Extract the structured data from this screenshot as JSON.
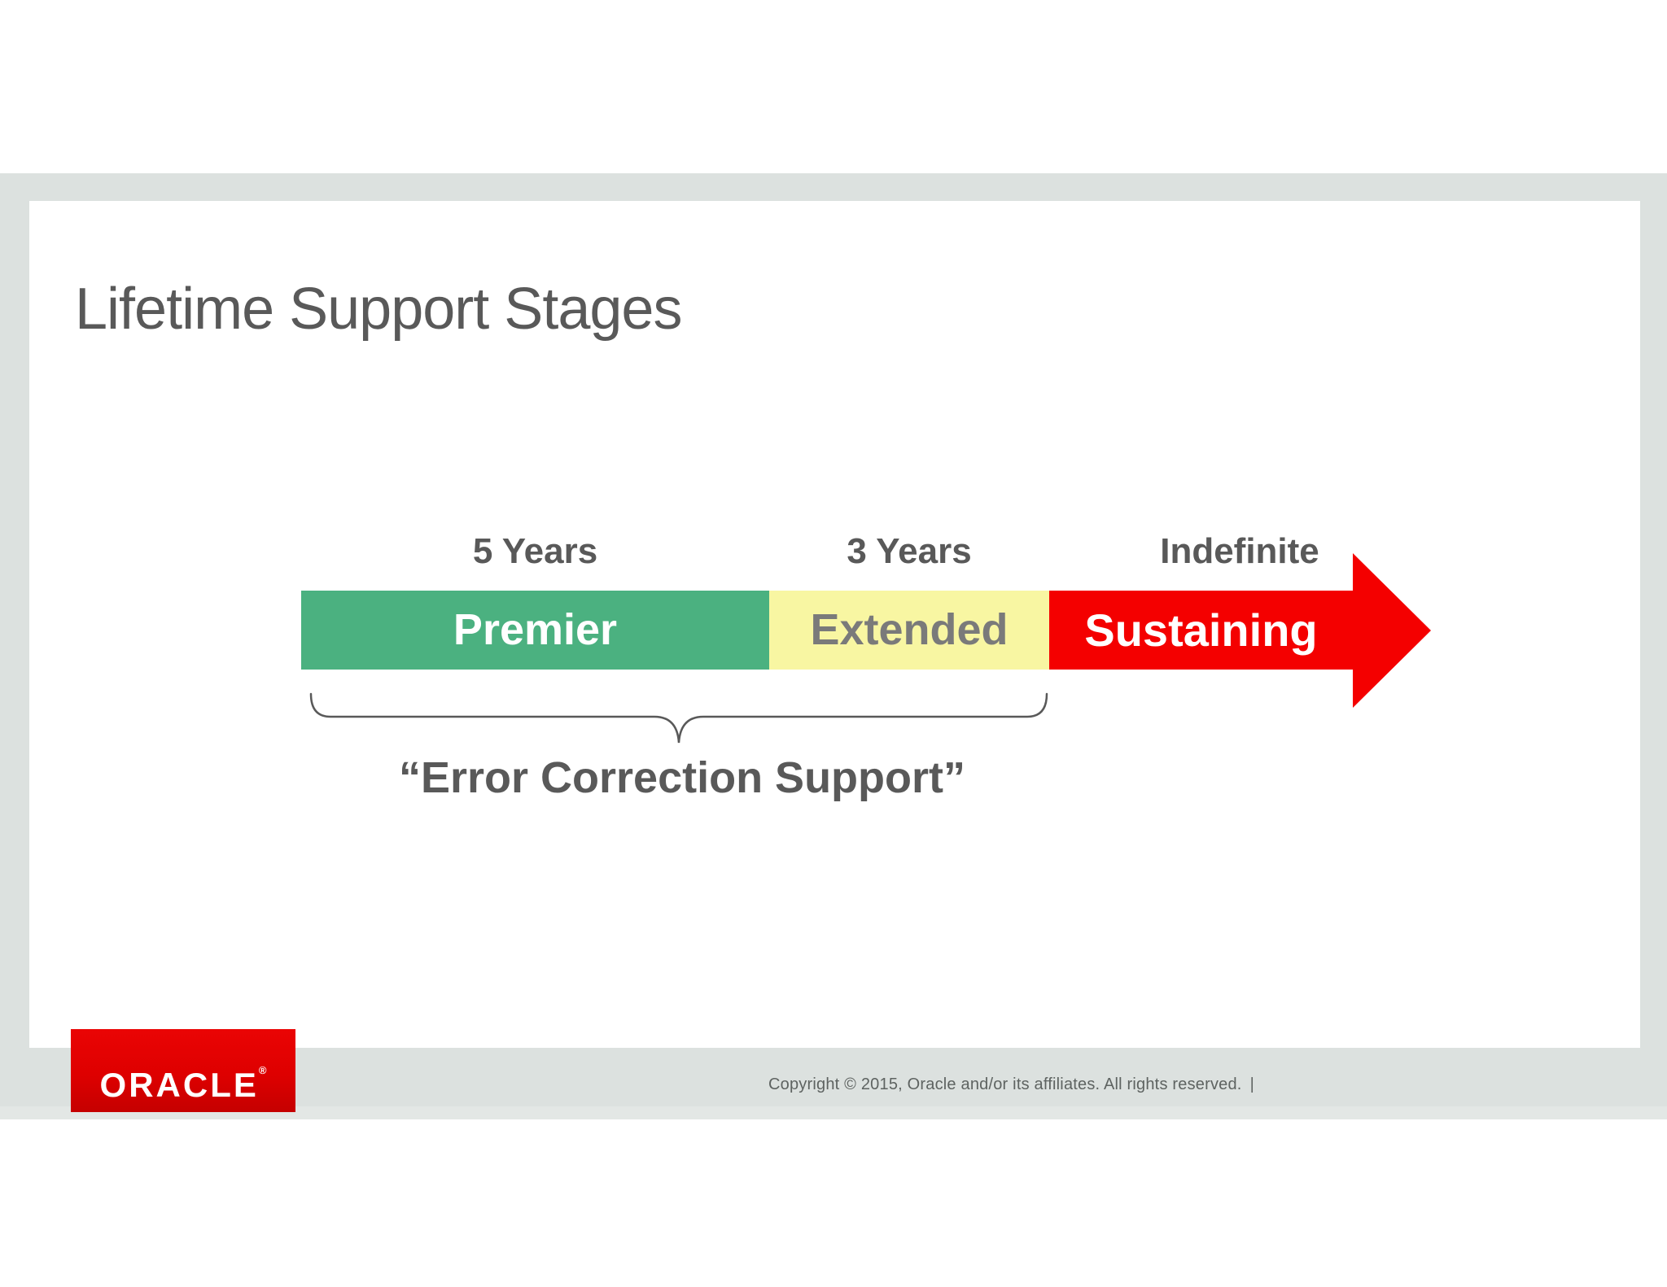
{
  "slide": {
    "title": "Lifetime Support Stages",
    "stages": [
      {
        "duration": "5 Years",
        "name": "Premier",
        "color": "#4BB180",
        "text_color": "#FFFFFF"
      },
      {
        "duration": "3 Years",
        "name": "Extended",
        "color": "#F8F6A2",
        "text_color": "#7A7A7A"
      },
      {
        "duration": "Indefinite",
        "name": "Sustaining",
        "color": "#F40000",
        "text_color": "#FFFFFF"
      }
    ],
    "brace_label": "“Error Correction Support”",
    "footer": {
      "logo_text": "ORACLE",
      "logo_reg": "®",
      "copyright": "Copyright © 2015, Oracle and/or its affiliates. All rights reserved.",
      "divider": "|"
    }
  },
  "colors": {
    "band": "#DCE1DF",
    "band_bottom_edge": "#E3E7E5",
    "slide_bg": "#FFFFFF",
    "title_text": "#595959",
    "duration_text": "#595959",
    "brace_stroke": "#595959",
    "copyright_text": "#5E6361",
    "logo_bg": "#E00000",
    "logo_text": "#FFFFFF"
  }
}
